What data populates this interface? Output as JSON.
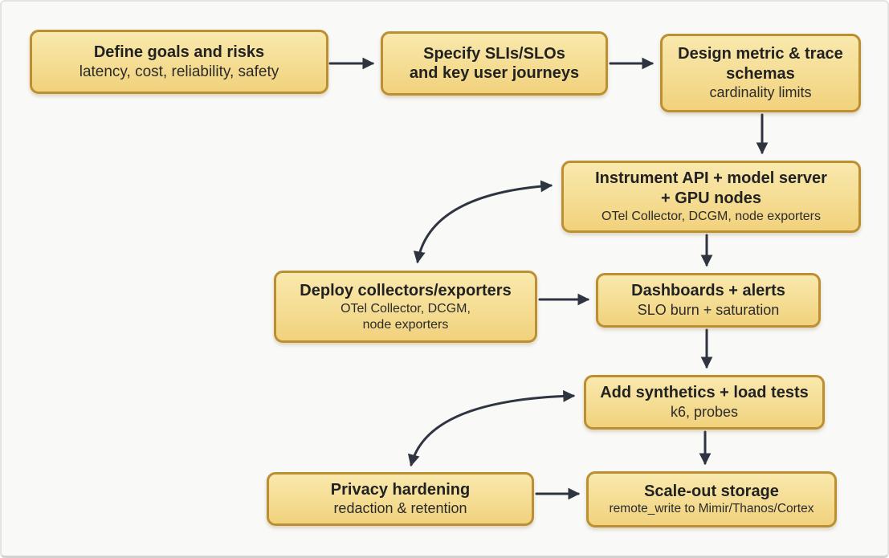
{
  "diagram": {
    "description": "Observability rollout flowchart",
    "colors": {
      "background": "#f9f9f7",
      "node_fill_top": "#f9e9ad",
      "node_fill_bottom": "#f1d27d",
      "node_border": "#bd8f33",
      "arrow": "#2e3440",
      "text": "#2b2b2b"
    },
    "nodes": [
      {
        "id": "define-goals",
        "title": "Define goals and risks",
        "subtitle": "latency, cost, reliability, safety"
      },
      {
        "id": "specify-slos",
        "title": "Specify SLIs/SLOs\nand key user journeys",
        "subtitle": ""
      },
      {
        "id": "design-schemas",
        "title": "Design metric & trace\nschemas",
        "subtitle": "cardinality limits"
      },
      {
        "id": "instrument",
        "title": "Instrument API + model server\n+ GPU nodes",
        "subtitle": "OTel Collector, DCGM, node exporters"
      },
      {
        "id": "deploy-collectors",
        "title": "Deploy collectors/exporters",
        "subtitle": "OTel Collector, DCGM,\nnode exporters"
      },
      {
        "id": "dashboards",
        "title": "Dashboards + alerts",
        "subtitle": "SLO burn + saturation"
      },
      {
        "id": "synthetics",
        "title": "Add synthetics + load tests",
        "subtitle": "k6, probes"
      },
      {
        "id": "privacy",
        "title": "Privacy hardening",
        "subtitle": "redaction & retention"
      },
      {
        "id": "storage",
        "title": "Scale-out storage",
        "subtitle": "remote_write to Mimir/Thanos/Cortex"
      }
    ],
    "edges": [
      {
        "from": "define-goals",
        "to": "specify-slos",
        "type": "straight",
        "bidirectional": false
      },
      {
        "from": "specify-slos",
        "to": "design-schemas",
        "type": "straight",
        "bidirectional": false
      },
      {
        "from": "design-schemas",
        "to": "instrument",
        "type": "straight",
        "bidirectional": false
      },
      {
        "from": "instrument",
        "to": "dashboards",
        "type": "straight",
        "bidirectional": false
      },
      {
        "from": "deploy-collectors",
        "to": "instrument",
        "type": "curved",
        "bidirectional": true
      },
      {
        "from": "deploy-collectors",
        "to": "dashboards",
        "type": "straight",
        "bidirectional": false
      },
      {
        "from": "dashboards",
        "to": "synthetics",
        "type": "straight",
        "bidirectional": false
      },
      {
        "from": "privacy",
        "to": "synthetics",
        "type": "curved",
        "bidirectional": true
      },
      {
        "from": "synthetics",
        "to": "storage",
        "type": "straight",
        "bidirectional": false
      },
      {
        "from": "privacy",
        "to": "storage",
        "type": "straight",
        "bidirectional": false
      }
    ]
  }
}
